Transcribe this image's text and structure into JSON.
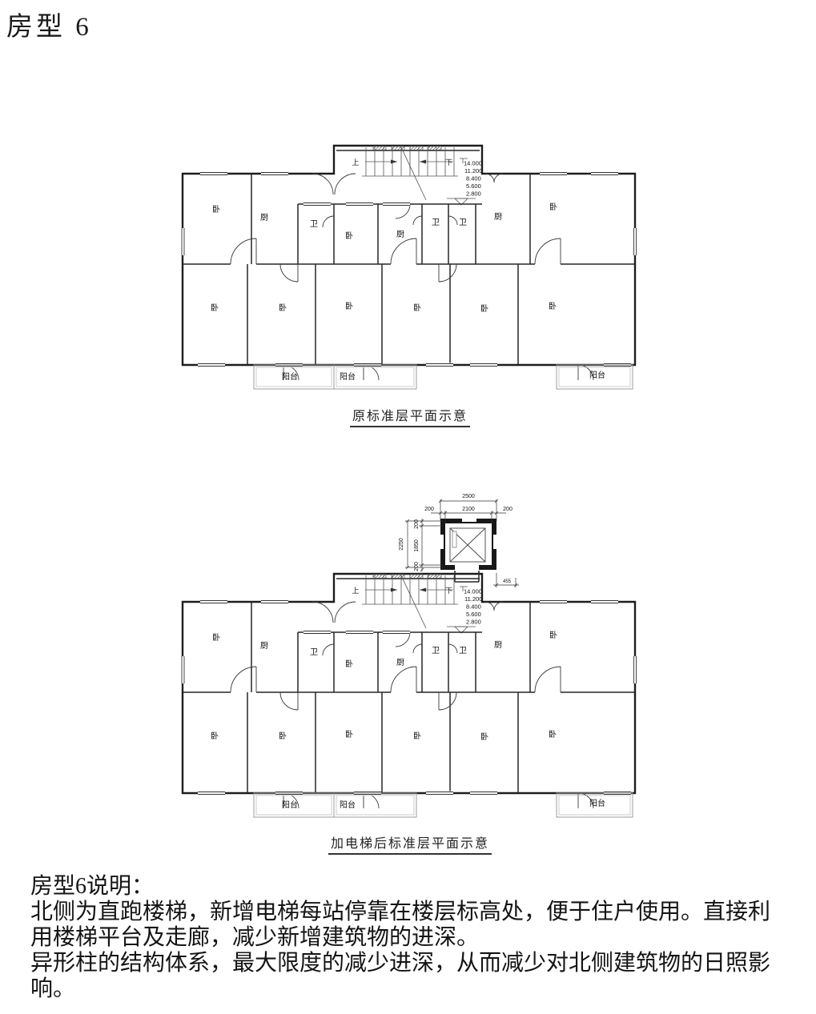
{
  "title": "房型 6",
  "plan": {
    "up_label": "上",
    "down_label": "下",
    "elevations": [
      "14.000",
      "11.200",
      "8.400",
      "5.600",
      "2.800"
    ],
    "rooms_top": [
      "卧",
      "厨",
      "卫",
      "卧",
      "厨",
      "卫",
      "卫",
      "厨",
      "卧"
    ],
    "rooms_bottom": [
      "卧",
      "卧",
      "卧",
      "卧",
      "卧",
      "卧"
    ],
    "balconies": [
      "阳台",
      "阳台",
      "阳台"
    ]
  },
  "plan1": {
    "caption": "原标准层平面示意"
  },
  "plan2": {
    "caption": "加电梯后标准层平面示意"
  },
  "elevator": {
    "width_total": "2500",
    "width_side_left": "200",
    "width_inner": "2100",
    "width_side_right": "200",
    "depth_total": "2250",
    "depth_side_top": "200",
    "depth_inner": "1850",
    "depth_side_bottom": "200",
    "offset_right": "455"
  },
  "description": {
    "lines": [
      "房型6说明：",
      "北侧为直跑楼梯，新增电梯每站停靠在楼层标高处，便于住户使用。直接利",
      "用楼梯平台及走廊，减少新增建筑物的进深。",
      "异形柱的结构体系，最大限度的减少进深，从而减少对北侧建筑物的日照影",
      "响。"
    ]
  }
}
